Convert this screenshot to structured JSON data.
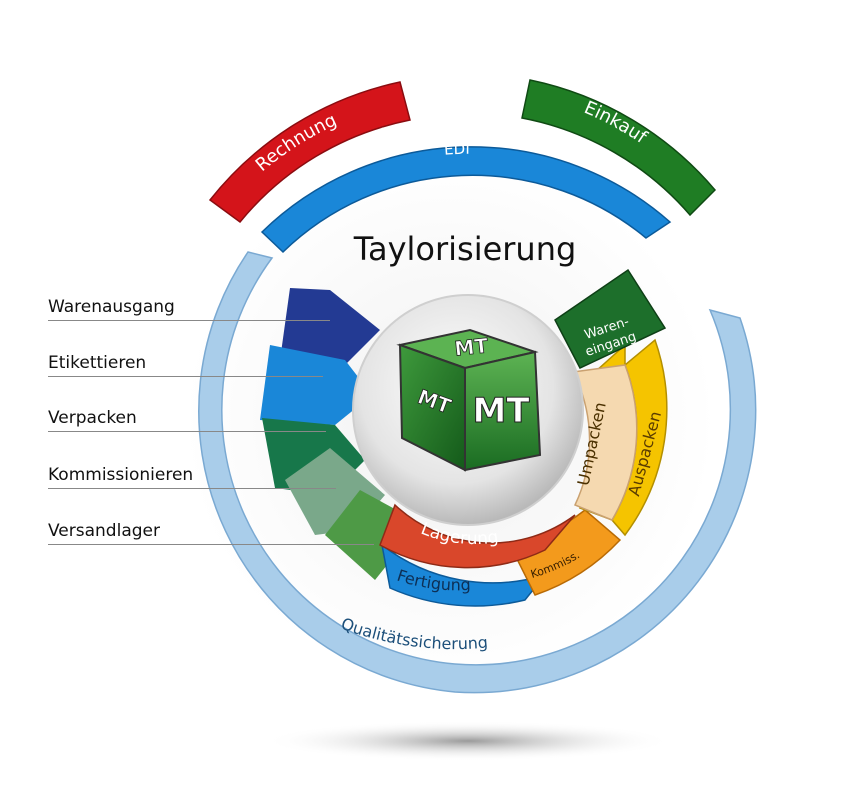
{
  "title": "Taylorisierung",
  "outer_arcs": {
    "rechnung": "Rechnung",
    "einkauf": "Einkauf",
    "edi": "EDI",
    "qualitaet": "Qualitätssicherung"
  },
  "inner_segments": {
    "wareneingang_line1": "Waren-",
    "wareneingang_line2": "eingang",
    "umpacken": "Umpacken",
    "auspacken": "Auspacken",
    "lagerung": "Lagerung",
    "kommiss": "Kommiss.",
    "fertigung": "Fertigung"
  },
  "left_labels": [
    "Warenausgang",
    "Etikettieren",
    "Verpacken",
    "Kommissionieren",
    "Versandlager"
  ],
  "cube": {
    "front": "MT",
    "top": "MT",
    "side": "MT"
  },
  "colors": {
    "red": "#d4141a",
    "green": "#1f7d24",
    "blue": "#1a87d8",
    "light_blue": "#a9cdea",
    "dark_green": "#1d6f2b",
    "yellow": "#f5c400",
    "peach": "#f5d9b0",
    "orange_red": "#d9472b",
    "orange": "#f39a1c",
    "navy": "#233a93"
  }
}
